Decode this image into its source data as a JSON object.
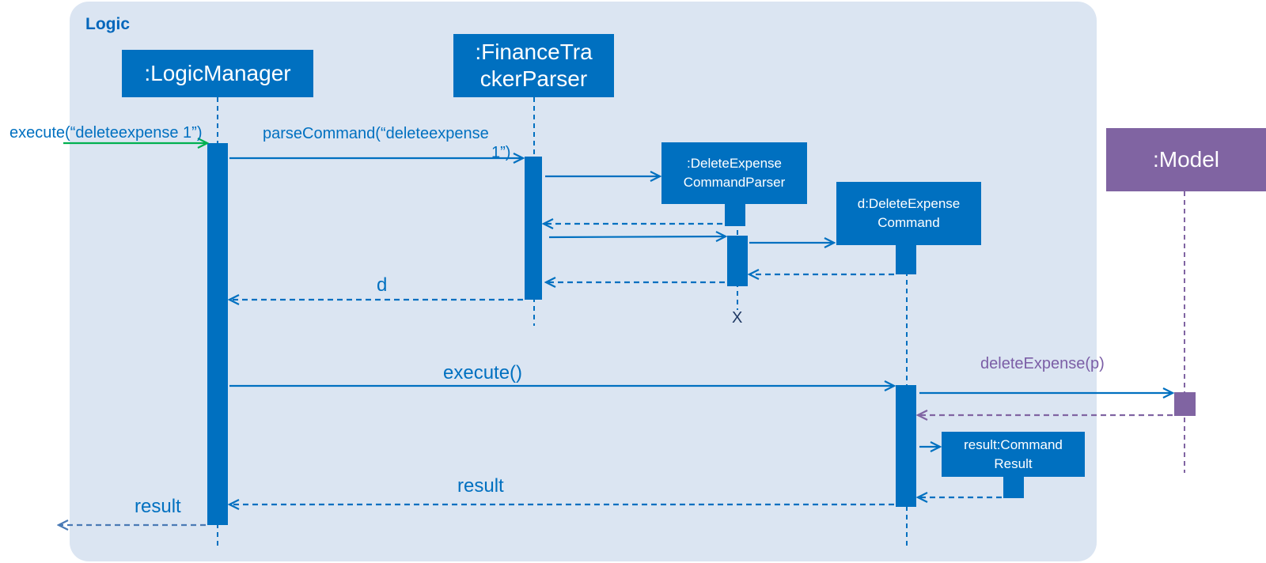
{
  "frame": {
    "title": "Logic"
  },
  "participants": {
    "logic_manager": ":LogicManager",
    "parser_line1": ":FinanceTra",
    "parser_line2": "ckerParser",
    "delete_parser_line1": ":DeleteExpense",
    "delete_parser_line2": "CommandParser",
    "delete_command_line1": "d:DeleteExpense",
    "delete_command_line2": "Command",
    "command_result_line1": "result:Command",
    "command_result_line2": "Result",
    "model": ":Model"
  },
  "messages": {
    "execute_input": "execute(“deleteexpense 1”)",
    "parse_command_line1": "parseCommand(“deleteexpense",
    "parse_command_line2": "1”)",
    "return_d": "d",
    "destroy_marker": "X",
    "execute_call": "execute()",
    "delete_expense": "deleteExpense(p)",
    "return_result_inner": "result",
    "return_result_outer": "result"
  },
  "colors": {
    "frame_fill": "#dbe5f2",
    "primary_blue": "#0070c0",
    "model_purple": "#8064a2",
    "found_message_green": "#00b050"
  }
}
